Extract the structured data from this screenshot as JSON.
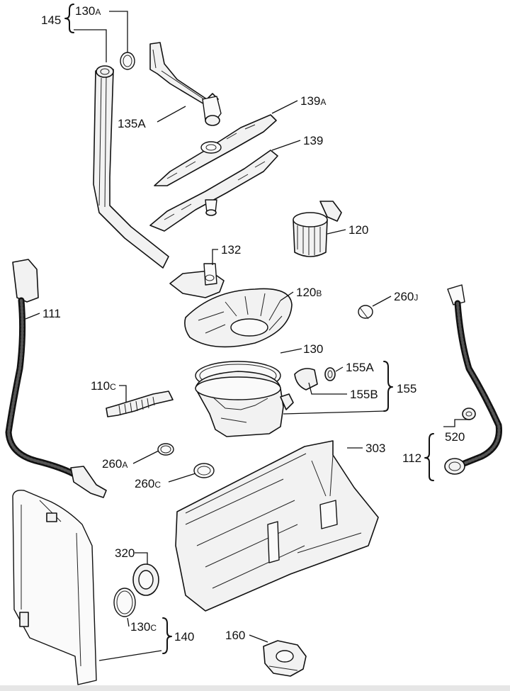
{
  "callouts": {
    "c145": "145",
    "c130a_num": "130",
    "c130a_suf": "A",
    "c135a": "135A",
    "c139a_num": "139",
    "c139a_suf": "A",
    "c139": "139",
    "c120": "120",
    "c132": "132",
    "c111": "111",
    "c120b_num": "120",
    "c120b_suf": "B",
    "c260j_num": "260",
    "c260j_suf": "J",
    "c130": "130",
    "c155a": "155A",
    "c155b": "155B",
    "c155": "155",
    "c110c_num": "110",
    "c110c_suf": "C",
    "c520": "520",
    "c112": "112",
    "c303": "303",
    "c260a_num": "260",
    "c260a_suf": "A",
    "c260c_num": "260",
    "c260c_suf": "C",
    "c320": "320",
    "c130c_num": "130",
    "c130c_suf": "C",
    "c140": "140",
    "c160": "160"
  }
}
